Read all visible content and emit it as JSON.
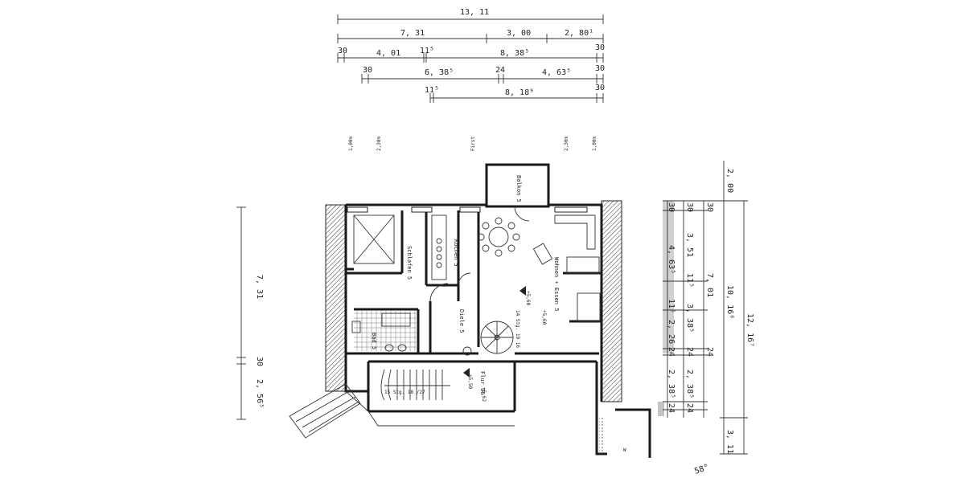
{
  "top_dims": {
    "row1": [
      "13, 11"
    ],
    "row2": [
      "7, 31",
      "3, 00",
      "2, 80¹"
    ],
    "row3": [
      "30",
      "4, 01",
      "11⁵",
      "8, 38⁵",
      "30"
    ],
    "row4": [
      "30",
      "6, 38⁵",
      "24",
      "4, 63⁵",
      "30"
    ],
    "row5": [
      "11⁵",
      "8, 18⁹",
      "30"
    ]
  },
  "top_height_marks": [
    "1,00m",
    "2,30m",
    "First",
    "2,30m",
    "1,00m"
  ],
  "left_dims": [
    "7, 31",
    "30",
    "2, 56⁵"
  ],
  "right_dims": {
    "col_a": [
      "30",
      "4, 63⁵",
      "11⁵",
      "24",
      "2, 38⁵",
      "24"
    ],
    "col_b": [
      "30",
      "3, 51",
      "7, 01",
      "11⁵",
      "3, 38⁵",
      "2, 26",
      "24",
      "2, 38⁵",
      "24"
    ],
    "col_c": [
      "30",
      "10, 16⁶",
      "24"
    ],
    "col_d": [
      "2, 00",
      "12, 16⁷",
      "3, 11"
    ]
  },
  "rooms": {
    "balkon": "Balkon 5",
    "schlafen": "Schlafen 5",
    "kochen": "Kochen 5",
    "wohnen": "Wohnen + Essen 5",
    "diele": "Diele 5",
    "bad": "Bad 5",
    "flur": "Flur 06"
  },
  "levels": {
    "l1": "+5,60",
    "l2": "+5,60",
    "l3": "+5,50",
    "l4": "+5,62"
  },
  "stairs": {
    "upper": "14 Stg. 19 16",
    "lower": "15 Stg. 18 /27"
  },
  "corner_label": "58°",
  "small_mark": "W"
}
